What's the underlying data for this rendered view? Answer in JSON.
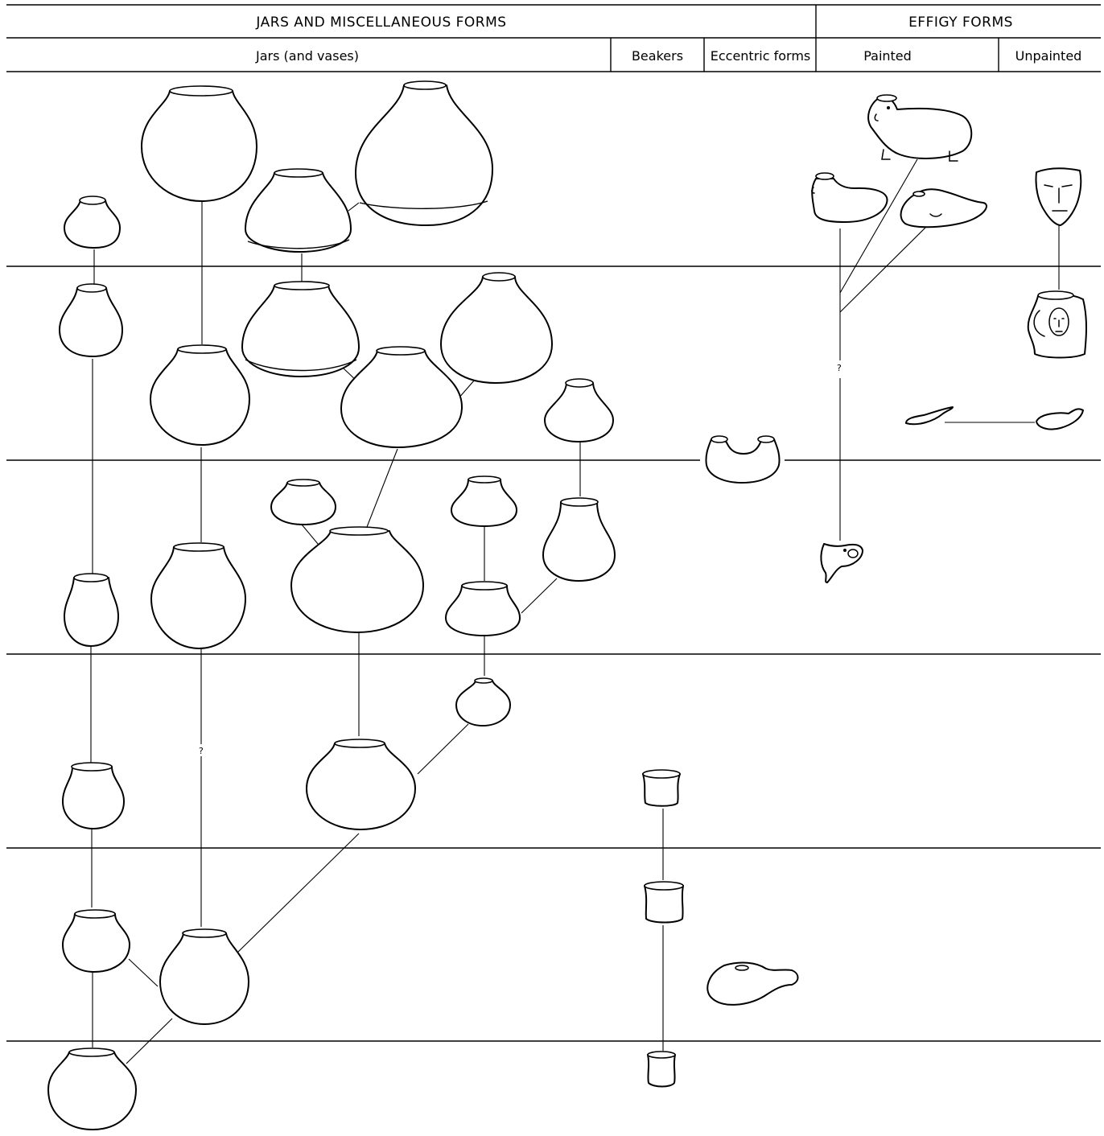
{
  "header": {
    "jars_misc_title": "JARS AND MISCELLANEOUS FORMS",
    "effigy_title": "EFFIGY FORMS",
    "col_jars": "Jars (and vases)",
    "col_beakers": "Beakers",
    "col_eccentric": "Eccentric forms",
    "col_painted": "Painted",
    "col_unpainted": "Unpainted"
  },
  "uncertain_marker": "?",
  "periods": 6,
  "colors": {
    "ink": "#000000",
    "paper": "#ffffff"
  }
}
